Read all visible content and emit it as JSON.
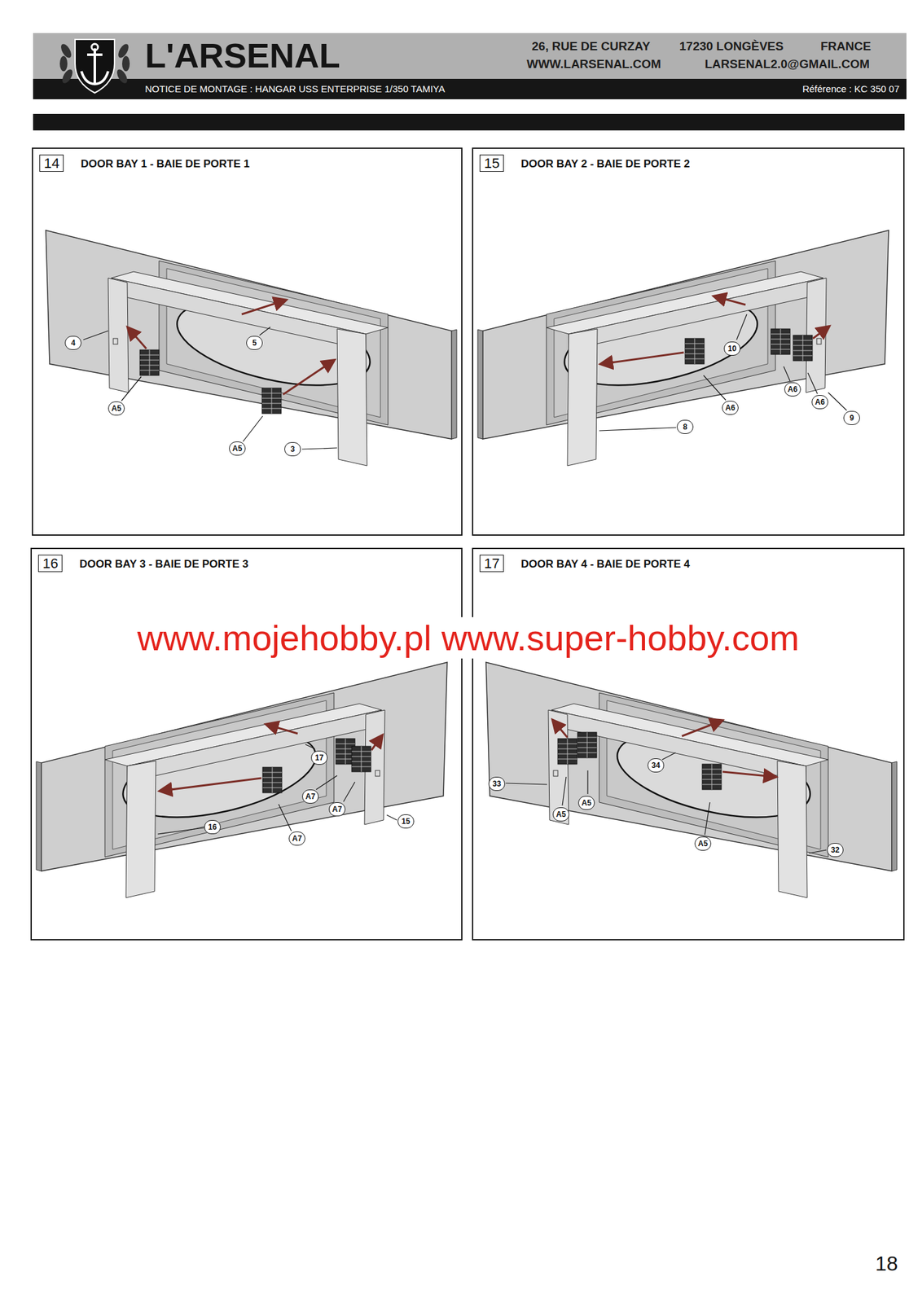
{
  "diagram": {
    "nodes": [
      {
        "text": [
          "14",
          "DOOR BAY 1 - BAIE DE PORTE 1"
        ]
      },
      {
        "text": [
          "15",
          "DOOR BAY 2 - BAIE DE PORTE 2"
        ]
      },
      {
        "text": [
          "16",
          "DOOR BAY 3 - BAIE DE PORTE 3"
        ]
      },
      {
        "text": [
          "17",
          "DOOR BAY 4 - BAIE DE PORTE 4"
        ]
      }
    ],
    "labels": [
      "L'ARSENAL",
      "26, RUE DE CURZAY",
      "17230 LONGÈVES",
      "FRANCE",
      "WWW.LARSENAL.COM",
      "LARSENAL2.0@GMAIL.COM",
      "NOTICE DE MONTAGE : HANGAR USS ENTERPRISE 1/350 TAMIYA",
      "Référence : KC 350 07",
      "4",
      "5",
      "A5",
      "A5",
      "3",
      "10",
      "A6",
      "A6",
      "A6",
      "8",
      "9",
      "17",
      "A7",
      "A7",
      "15",
      "16",
      "A7",
      "34",
      "33",
      "A5",
      "A5",
      "A5",
      "32",
      "www.mojehobby.pl www.super-hobby.com",
      "18"
    ]
  }
}
